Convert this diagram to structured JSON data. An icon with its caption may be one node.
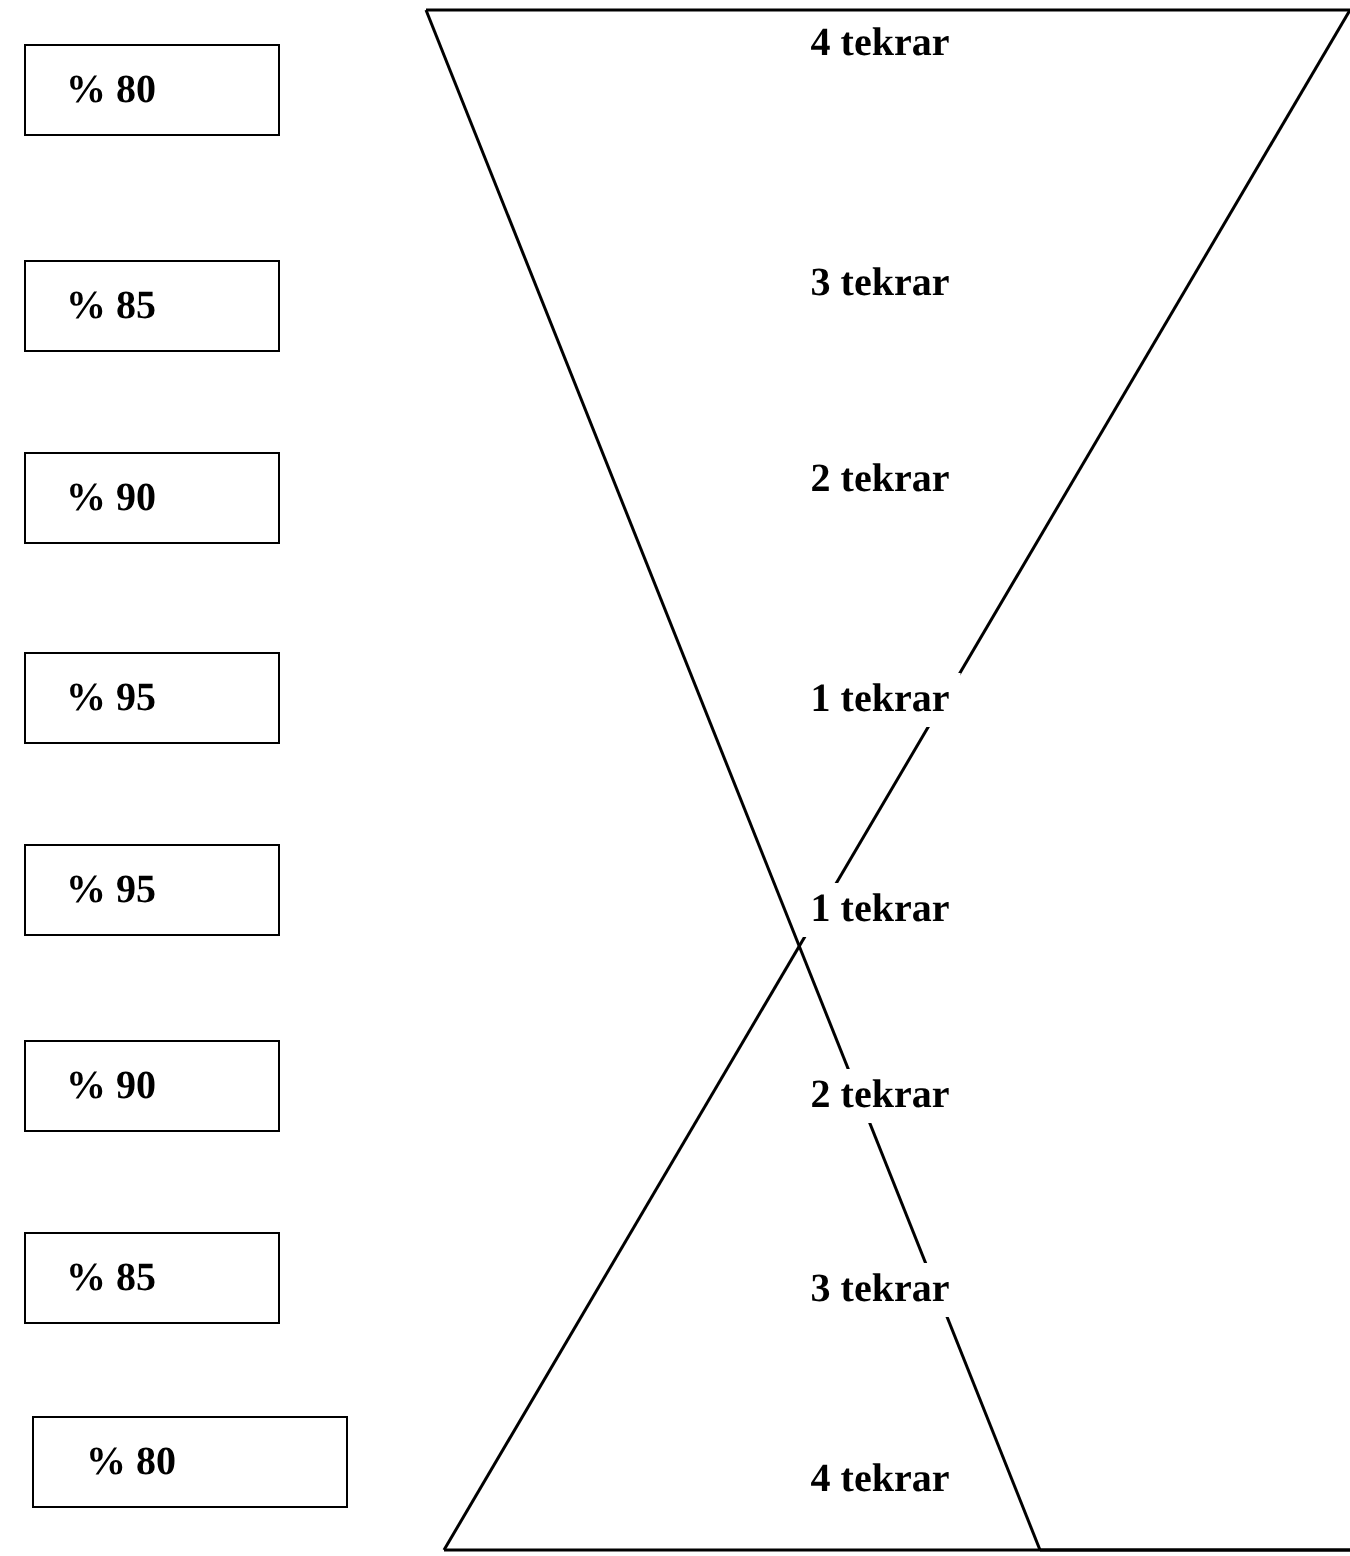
{
  "diagram": {
    "nodes": [
      {
        "text": [
          "% 80"
        ]
      },
      {
        "text": [
          "% 85"
        ]
      },
      {
        "text": [
          "% 90"
        ]
      },
      {
        "text": [
          "% 95"
        ]
      },
      {
        "text": [
          "% 95"
        ]
      },
      {
        "text": [
          "% 90"
        ]
      },
      {
        "text": [
          "% 85"
        ]
      },
      {
        "text": [
          "% 80"
        ]
      }
    ],
    "edges": [],
    "labels": [
      "4 tekrar",
      "3 tekrar",
      "2 tekrar",
      "1 tekrar",
      "1 tekrar",
      "2 tekrar",
      "3 tekrar",
      "4 tekrar"
    ]
  }
}
